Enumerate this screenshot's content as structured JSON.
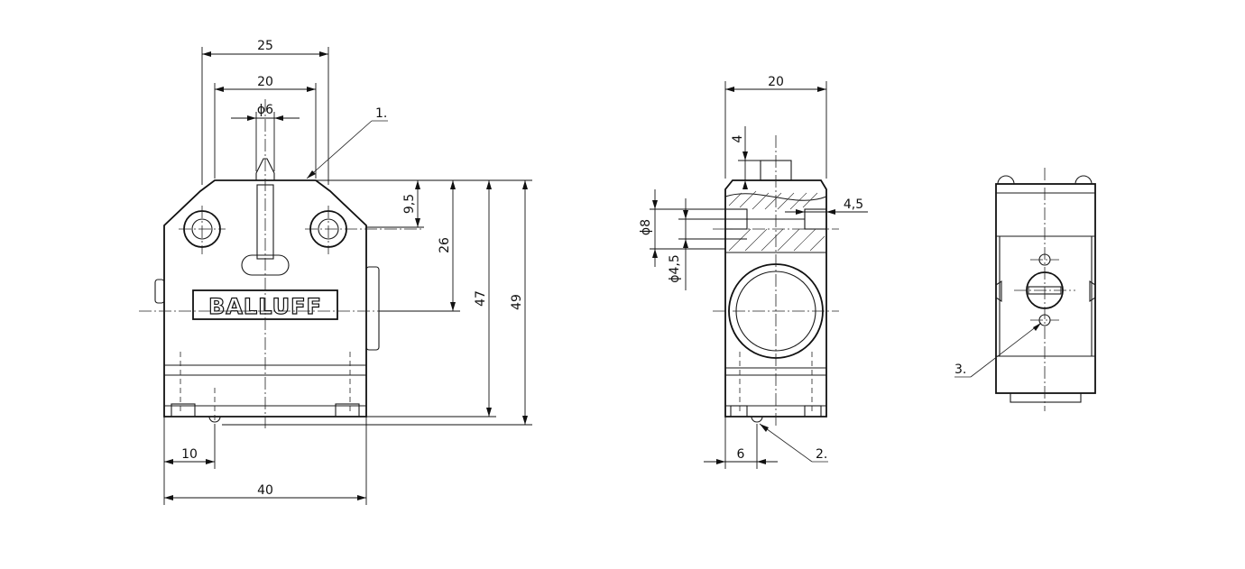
{
  "logo_text": "BALLUFF",
  "callouts": {
    "c1": "1.",
    "c2": "2.",
    "c3": "3."
  },
  "dimensions": {
    "front": {
      "width_top_25": "25",
      "width_inner_20": "20",
      "plunger_diameter": "ϕ6",
      "offset_9_5": "9,5",
      "height_26": "26",
      "height_47": "47",
      "height_49": "49",
      "offset_10": "10",
      "width_40": "40"
    },
    "side": {
      "width_20": "20",
      "plunger_4": "4",
      "bore_4_5": "4,5",
      "dia_8": "ϕ8",
      "dia_4_5": "ϕ4,5",
      "offset_6": "6"
    }
  },
  "colors": {
    "line": "#111111",
    "background": "#ffffff"
  }
}
